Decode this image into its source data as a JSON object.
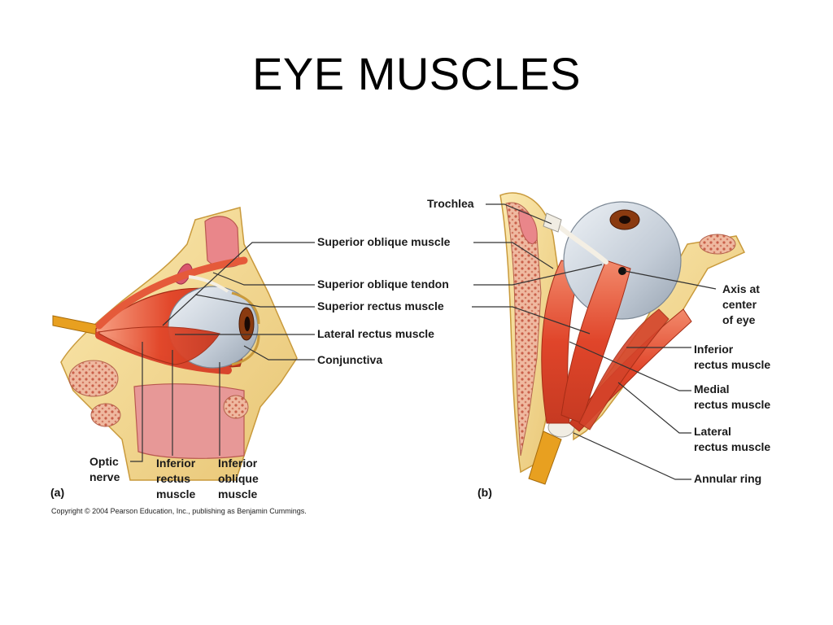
{
  "title": "EYE MUSCLES",
  "panel_a": {
    "tag": "(a)",
    "labels": {
      "superior_oblique_muscle": "Superior oblique muscle",
      "superior_oblique_tendon": "Superior oblique tendon",
      "superior_rectus_muscle": "Superior rectus muscle",
      "lateral_rectus_muscle": "Lateral rectus muscle",
      "conjunctiva": "Conjunctiva",
      "optic_nerve": "Optic\nnerve",
      "inferior_rectus_muscle": "Inferior\nrectus\nmuscle",
      "inferior_oblique_muscle": "Inferior\noblique\nmuscle"
    }
  },
  "panel_b": {
    "tag": "(b)",
    "labels": {
      "trochlea": "Trochlea",
      "axis_at_center_of_eye": "Axis at\ncenter\nof eye",
      "inferior_rectus_muscle": "Inferior\nrectus muscle",
      "medial_rectus_muscle": "Medial\nrectus muscle",
      "lateral_rectus_muscle": "Lateral\nrectus muscle",
      "annular_ring": "Annular ring"
    }
  },
  "copyright": "Copyright © 2004 Pearson Education, Inc., publishing as Benjamin Cummings.",
  "colors": {
    "muscle": "#e0452a",
    "muscle_light": "#f4866a",
    "bone": "#f3d98f",
    "bone_dark": "#d9b35a",
    "marrow": "#e8a08a",
    "eyeball": "#c9d3de",
    "iris": "#8a3a10",
    "nerve": "#e8a020",
    "leader_line": "#333333"
  }
}
